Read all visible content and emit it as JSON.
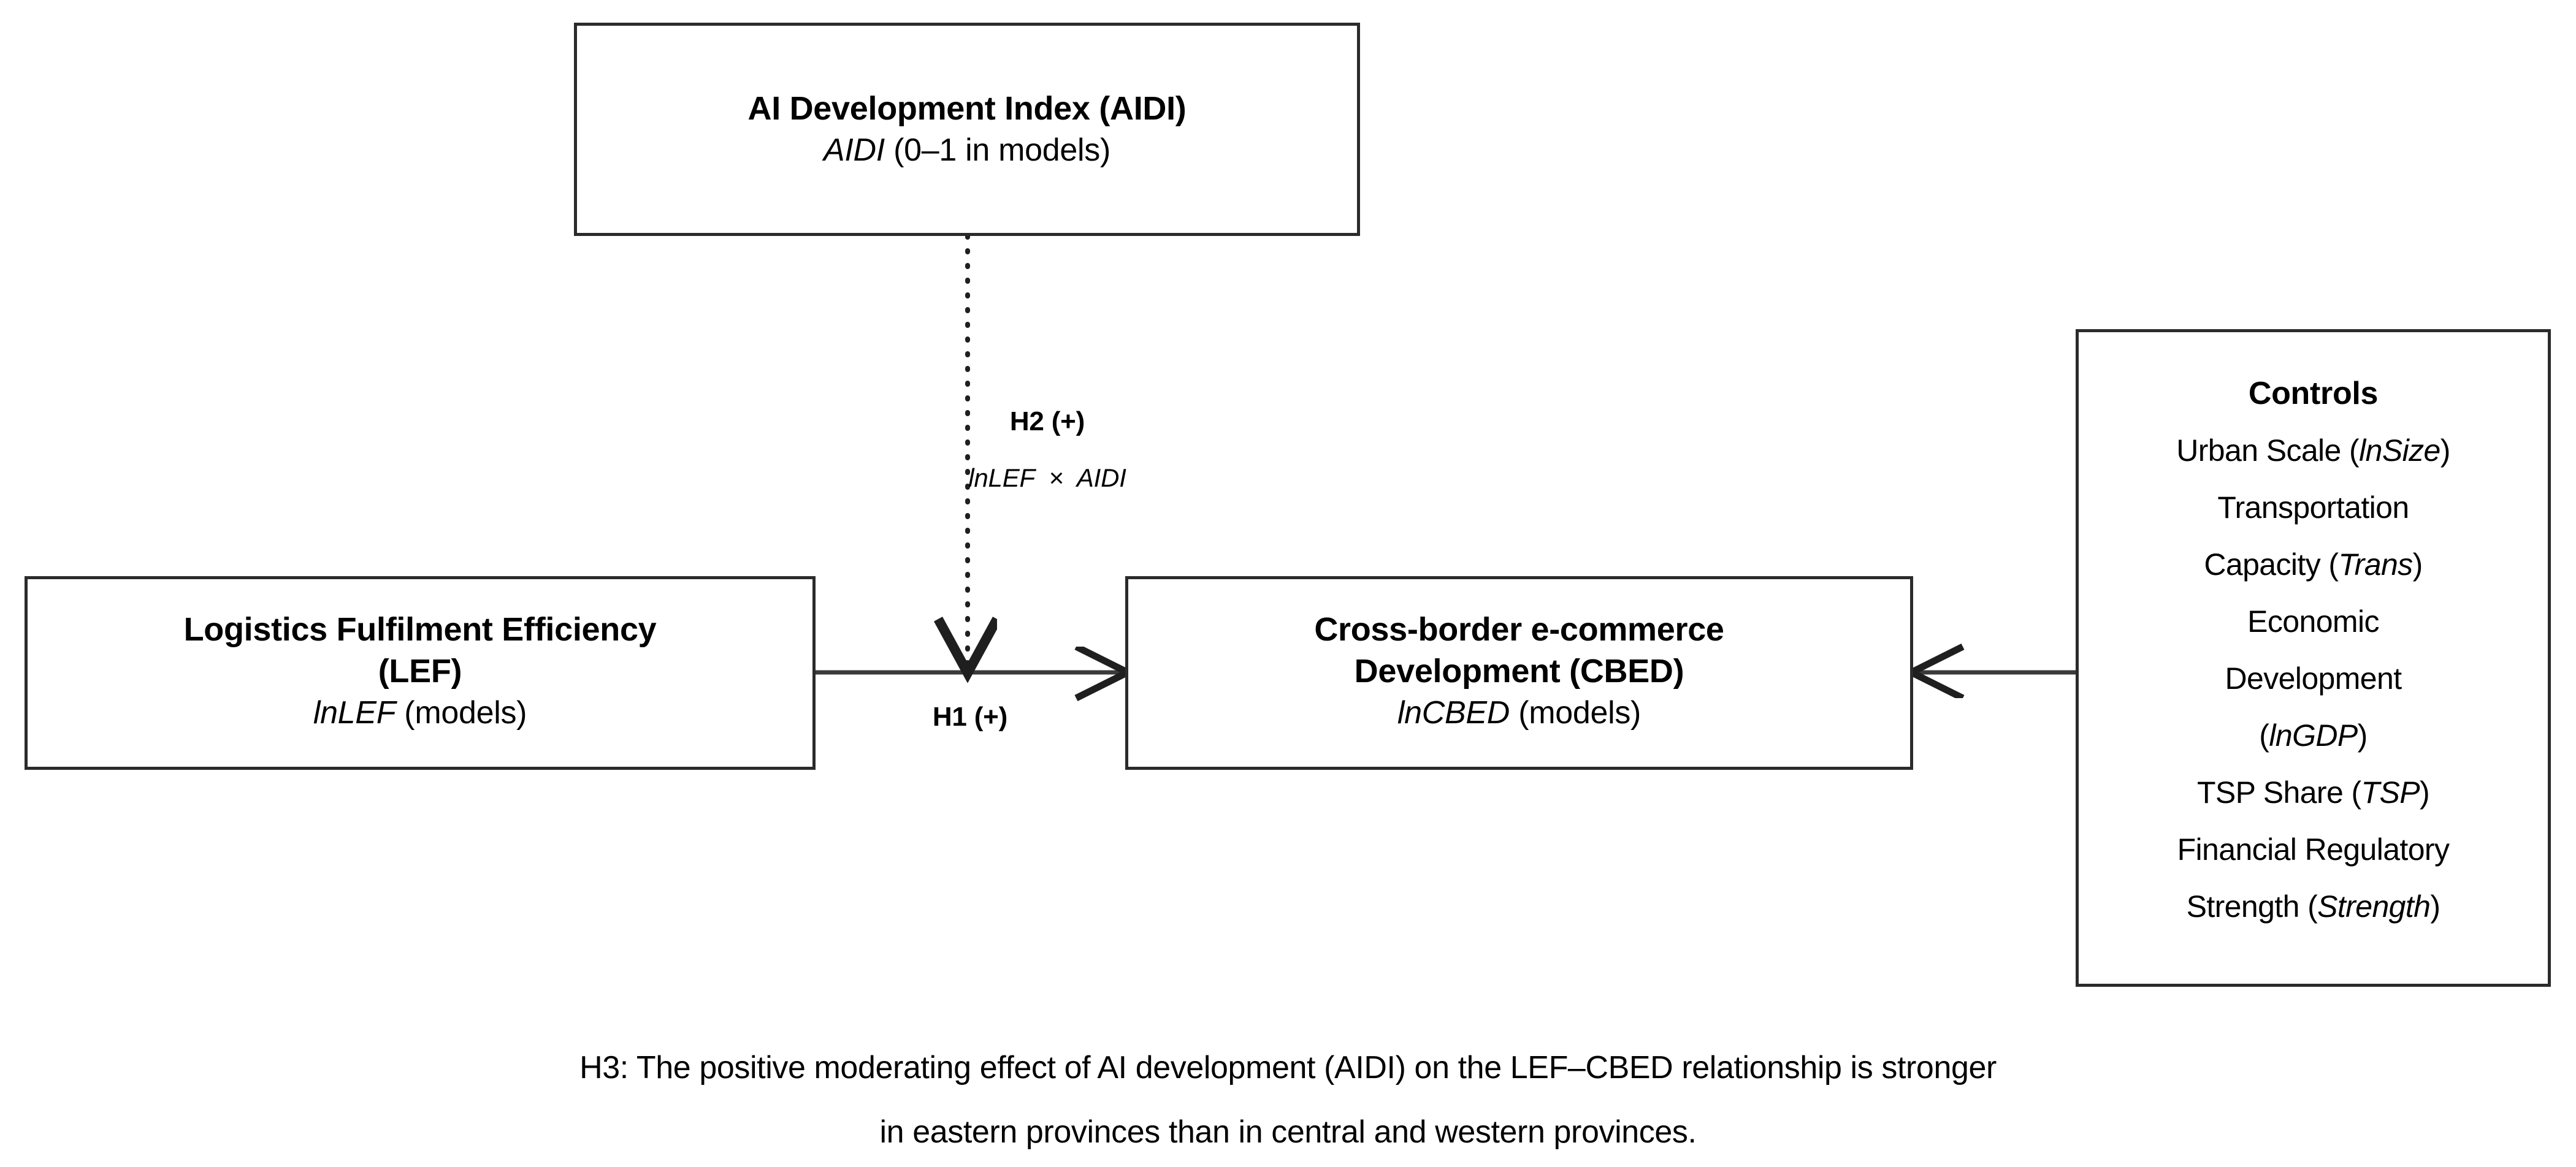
{
  "diagram": {
    "type": "conceptual-research-framework",
    "nodes": {
      "aidi": {
        "title": "AI Development Index (AIDI)",
        "variable": "AIDI",
        "variable_note": " (0–1 in models)"
      },
      "lef": {
        "title": "Logistics Fulfilment Efficiency\n(LEF)",
        "variable": "lnLEF",
        "variable_note": " (models)"
      },
      "cbed": {
        "title": "Cross-border e-commerce\nDevelopment (CBED)",
        "variable": "lnCBED",
        "variable_note": " (models)"
      },
      "controls": {
        "title": "Controls",
        "items": [
          {
            "name": "Urban Scale (",
            "symbol": "lnSize",
            "close": ")"
          },
          {
            "name": "Transportation",
            "symbol": "",
            "close": ""
          },
          {
            "name": "Capacity (",
            "symbol": "Trans",
            "close": ")"
          },
          {
            "name": "Economic",
            "symbol": "",
            "close": ""
          },
          {
            "name": "Development",
            "symbol": "",
            "close": ""
          },
          {
            "name": "(",
            "symbol": "lnGDP",
            "close": ")"
          },
          {
            "name": "TSP Share (",
            "symbol": "TSP",
            "close": ")"
          },
          {
            "name": "Financial Regulatory",
            "symbol": "",
            "close": ""
          },
          {
            "name": "Strength (",
            "symbol": "Strength",
            "close": ")"
          }
        ]
      }
    },
    "edges": {
      "h1": {
        "label": "H1 (+)",
        "from": "lef",
        "to": "cbed",
        "style": "solid",
        "sign": "+"
      },
      "h2": {
        "label": "H2 (+)",
        "interaction": "lnLEF  ×  AIDI",
        "from": "aidi",
        "to": "h1-path",
        "style": "dotted",
        "sign": "+"
      },
      "controls_to_cbed": {
        "label": "",
        "from": "controls",
        "to": "cbed",
        "style": "solid"
      }
    },
    "caption": {
      "line1": "H3: The positive moderating effect of AI development (AIDI) on the LEF–CBED relationship is stronger",
      "line2": "in eastern provinces than in central and western provinces."
    }
  },
  "colors": {
    "stroke": "#2b2b2b",
    "text": "#000000",
    "background": "#ffffff"
  }
}
